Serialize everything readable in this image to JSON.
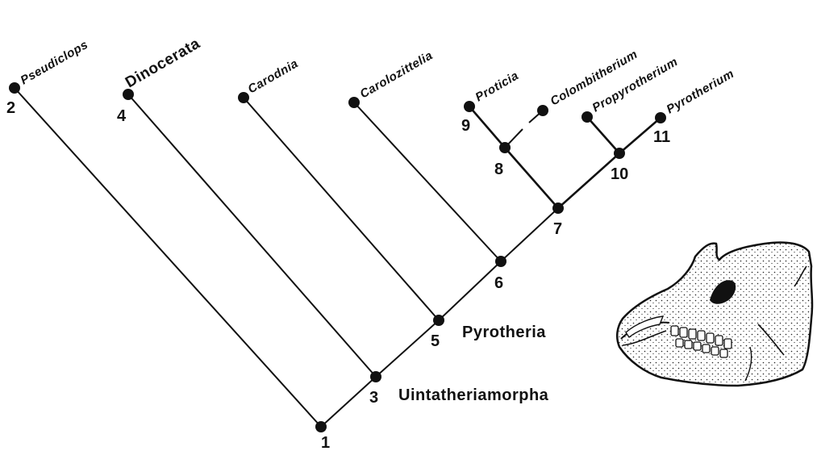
{
  "taxa": {
    "pseudiclops": "Pseudiclops",
    "dinocerata": "Dinocerata",
    "carodnia": "Carodnia",
    "carolozittelia": "Carolozittelia",
    "proticia": "Proticia",
    "colombitherium": "Colombitherium",
    "propyrotherium": "Propyrotherium",
    "pyrotherium": "Pyrotherium"
  },
  "nodes": {
    "n1": "1",
    "n2": "2",
    "n3": "3",
    "n4": "4",
    "n5": "5",
    "n6": "6",
    "n7": "7",
    "n8": "8",
    "n9": "9",
    "n10": "10",
    "n11": "11"
  },
  "clades": {
    "pyrotheria": "Pyrotheria",
    "uintatheriamorpha": "Uintatheriamorpha"
  },
  "colors": {
    "ink": "#111111",
    "background": "#ffffff"
  }
}
